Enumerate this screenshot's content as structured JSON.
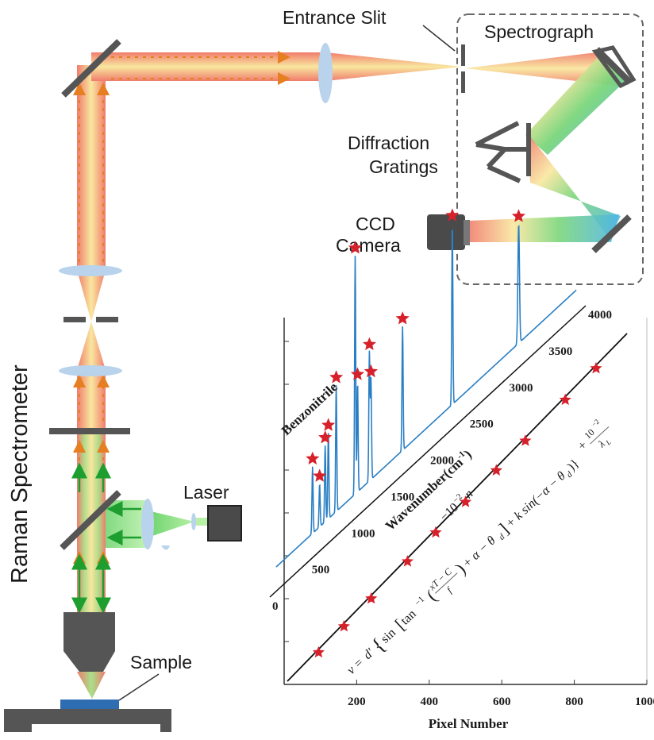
{
  "labels": {
    "entrance_slit": "Entrance Slit",
    "spectrograph": "Spectrograph",
    "diffraction_line1": "Diffraction",
    "diffraction_line2": "Gratings",
    "ccd_line1": "CCD",
    "ccd_line2": "Camera",
    "laser": "Laser",
    "sample": "Sample",
    "raman_spectrometer": "Raman Spectrometer"
  },
  "colors": {
    "beam_inner": "#f9e79f",
    "beam_outer": "#f07c6c",
    "laser_green": "#6cd36c",
    "arrow_orange": "#e67e22",
    "arrow_green": "#1e9e2e",
    "lens": "#b9d3ec",
    "hardware": "#555555",
    "spectrum_line": "#2a7fc4",
    "star": "#d6202a",
    "sample_blue": "#2f6db3"
  },
  "chart_data": {
    "type": "scatter",
    "xlabel": "Pixel Number",
    "x_ticks": [
      "200",
      "400",
      "600",
      "800",
      "1000"
    ],
    "xlim": [
      0,
      1000
    ],
    "secondary_axis": {
      "label": "Wavenumber(cm",
      "label_sup": "-1",
      "label_close": ")",
      "ticks": [
        "0",
        "500",
        "1000",
        "1500",
        "2000",
        "2500",
        "3000",
        "3500",
        "4000"
      ]
    },
    "spectrum_name": "Benzonitrile",
    "calibration_points": [
      {
        "pixel": 95,
        "wavenumber": 460
      },
      {
        "pixel": 165,
        "wavenumber": 550
      },
      {
        "pixel": 240,
        "wavenumber": 690
      },
      {
        "pixel": 340,
        "wavenumber": 1000
      },
      {
        "pixel": 418,
        "wavenumber": 1180
      },
      {
        "pixel": 500,
        "wavenumber": 1380
      },
      {
        "pixel": 585,
        "wavenumber": 1600
      },
      {
        "pixel": 665,
        "wavenumber": 2000
      },
      {
        "pixel": 775,
        "wavenumber": 2230
      },
      {
        "pixel": 860,
        "wavenumber": 3070
      }
    ],
    "peaks": [
      {
        "wavenumber": 460,
        "intensity": 0.28
      },
      {
        "wavenumber": 550,
        "intensity": 0.18
      },
      {
        "wavenumber": 620,
        "intensity": 0.32
      },
      {
        "wavenumber": 660,
        "intensity": 0.36
      },
      {
        "wavenumber": 760,
        "intensity": 0.53
      },
      {
        "wavenumber": 1000,
        "intensity": 1.0
      },
      {
        "wavenumber": 1030,
        "intensity": 0.46
      },
      {
        "wavenumber": 1180,
        "intensity": 0.54
      },
      {
        "wavenumber": 1200,
        "intensity": 0.42
      },
      {
        "wavenumber": 1600,
        "intensity": 0.52
      },
      {
        "wavenumber": 2230,
        "intensity": 0.76
      },
      {
        "wavenumber": 3070,
        "intensity": 0.5
      }
    ],
    "formula": {
      "lhs": "v = ",
      "prime": "d′",
      "open": "{",
      "sin": "sin",
      "tan": "tan",
      "inv": "−1",
      "frac_num": "xT − C",
      "frac_den": "f",
      "angles": "+ α − θ",
      "sub_d": "d",
      "ksin": "+ k sin(−α − θ",
      "close": ")}",
      "coef_num": "−10",
      "coef_exp": "−2",
      "coef_n": "n",
      "tail_num": "10",
      "tail_exp": "−2",
      "tail_den": "λ",
      "tail_sub": "L",
      "plus": "+"
    }
  }
}
